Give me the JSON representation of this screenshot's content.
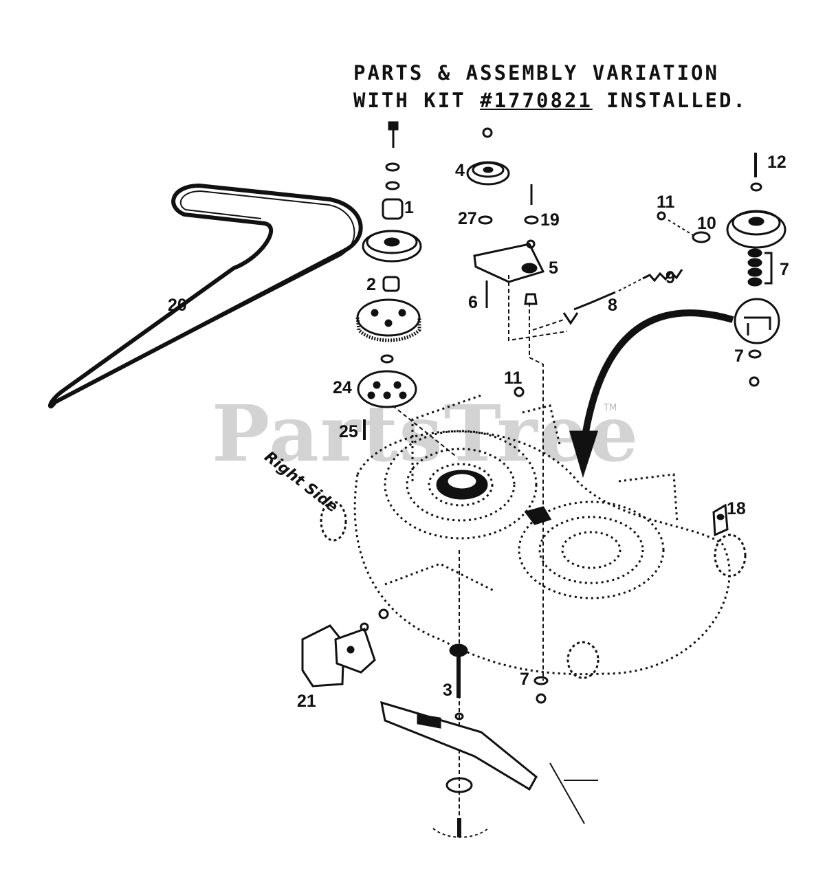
{
  "heading": {
    "line1": "PARTS & ASSEMBLY VARIATION",
    "line2_prefix": "WITH KIT ",
    "kit_number": "#1770821",
    "line2_suffix": " INSTALLED."
  },
  "watermark": {
    "text": "PartsTree",
    "trademark": "TM"
  },
  "side_label": "Right Side",
  "callouts": {
    "c1": "1",
    "c2": "2",
    "c3": "3",
    "c4": "4",
    "c5": "5",
    "c6": "6",
    "c7a": "7",
    "c7b": "7",
    "c7c": "7",
    "c8": "8",
    "c9": "9",
    "c10": "10",
    "c11a": "11",
    "c11b": "11",
    "c12": "12",
    "c18": "18",
    "c19": "19",
    "c20": "20",
    "c21": "21",
    "c24": "24",
    "c25": "25",
    "c27": "27"
  }
}
